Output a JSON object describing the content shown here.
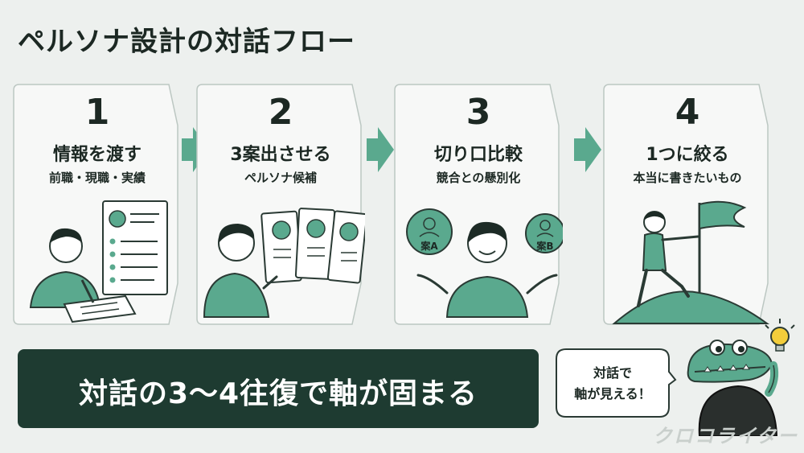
{
  "title": "ペルソナ設計の対話フロー",
  "steps": [
    {
      "num": "1",
      "heading": "情報を渡す",
      "sub": "前職・現職・実績"
    },
    {
      "num": "2",
      "heading": "3案出させる",
      "sub": "ペルソナ候補"
    },
    {
      "num": "3",
      "heading": "切り口比較",
      "sub": "競合との懸別化",
      "option_a": "案A",
      "option_b": "案B"
    },
    {
      "num": "4",
      "heading": "1つに絞る",
      "sub": "本当に書きたいもの"
    }
  ],
  "banner": "対話の3〜4往復で軸が固まる",
  "bubble": {
    "line1": "対話で",
    "line2": "軸が見える！"
  },
  "watermark": "クロコライター",
  "colors": {
    "accent": "#5aa98e",
    "dark": "#1e3b31",
    "card_bg": "#f7f8f7",
    "card_border": "#bcc7c2"
  },
  "icons": [
    "arrow-right-icon",
    "lightbulb-icon",
    "flag-icon",
    "person-icon"
  ]
}
